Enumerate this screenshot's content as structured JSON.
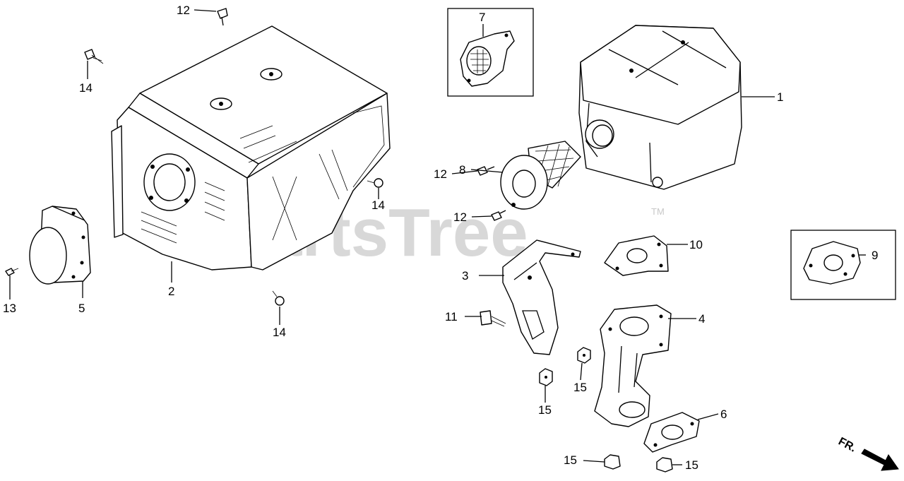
{
  "watermark": {
    "text": "PartsTree",
    "trademark": "TM"
  },
  "direction_label": "FR.",
  "callouts": {
    "c1": "1",
    "c2": "2",
    "c3": "3",
    "c4": "4",
    "c5": "5",
    "c6": "6",
    "c7": "7",
    "c8": "8",
    "c9": "9",
    "c10": "10",
    "c11": "11",
    "c12a": "12",
    "c12b": "12",
    "c12c": "12",
    "c13": "13",
    "c14a": "14",
    "c14b": "14",
    "c14c": "14",
    "c15a": "15",
    "c15b": "15",
    "c15c": "15",
    "c15d": "15"
  }
}
